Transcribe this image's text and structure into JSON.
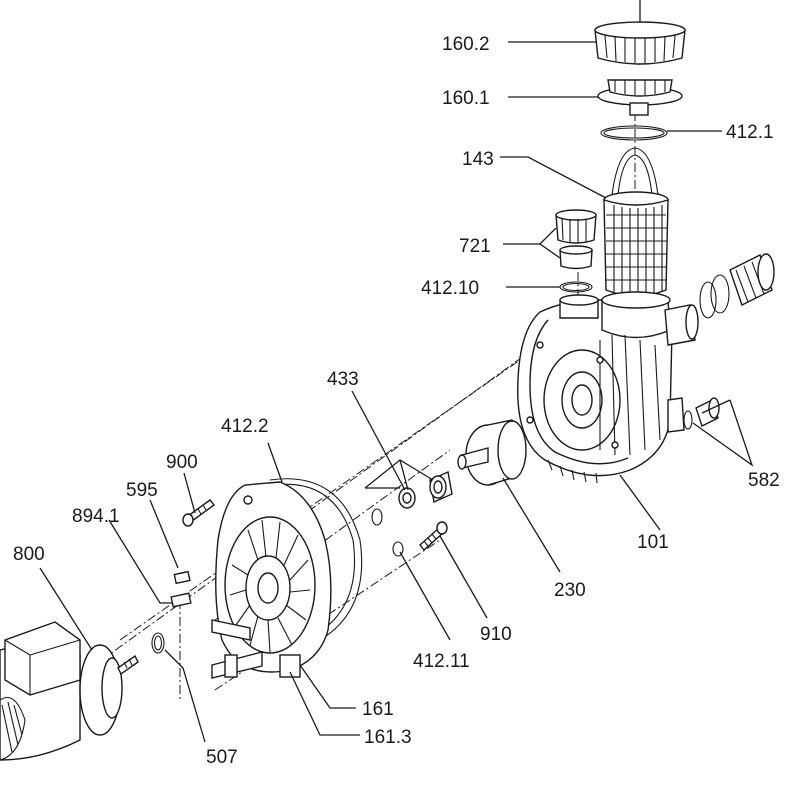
{
  "diagram": {
    "labels": {
      "p160_2": "160.2",
      "p160_1": "160.1",
      "p412_1": "412.1",
      "p143": "143",
      "p721": "721",
      "p412_10": "412.10",
      "p433": "433",
      "p412_2": "412.2",
      "p900": "900",
      "p595": "595",
      "p894_1": "894.1",
      "p800": "800",
      "p582": "582",
      "p101": "101",
      "p230": "230",
      "p910": "910",
      "p412_11": "412.11",
      "p161": "161",
      "p161_3": "161.3",
      "p507": "507"
    },
    "colors": {
      "line": "#1a1a1a",
      "background": "#ffffff"
    }
  }
}
